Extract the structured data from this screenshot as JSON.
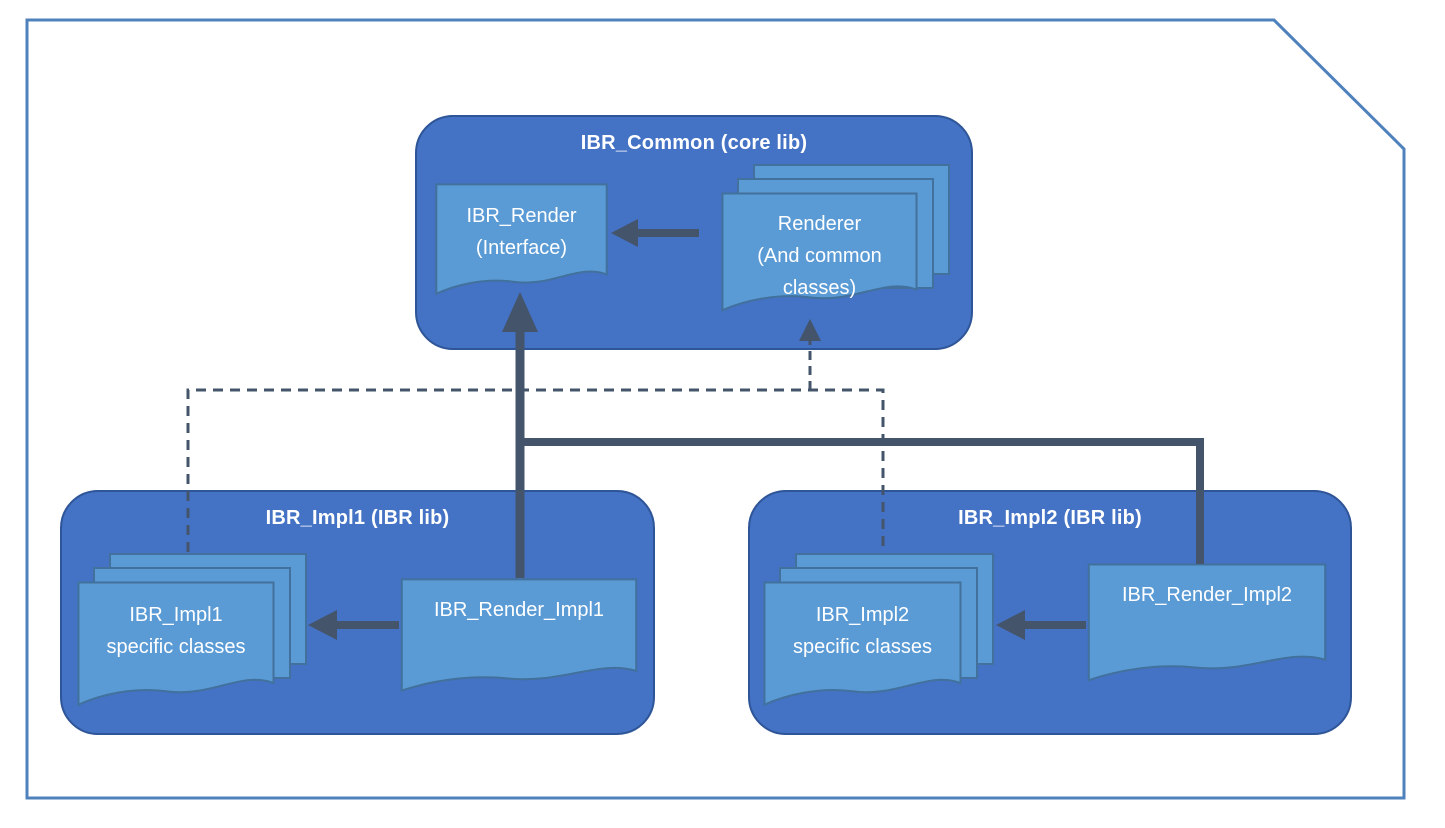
{
  "colors": {
    "page_border": "#4f81bd",
    "container_fill": "#4472c4",
    "container_border": "#2e5597",
    "document_fill": "#5b9bd5",
    "document_border": "#41719c",
    "connector": "#44546a",
    "text": "#ffffff"
  },
  "containers": [
    {
      "id": "ibr-common",
      "title": "IBR_Common (core lib)"
    },
    {
      "id": "ibr-impl1",
      "title": "IBR_Impl1 (IBR lib)"
    },
    {
      "id": "ibr-impl2",
      "title": "IBR_Impl2 (IBR lib)"
    }
  ],
  "nodes": {
    "ibr_render": {
      "line1": "IBR_Render",
      "line2": "(Interface)"
    },
    "renderer": {
      "line1": "Renderer",
      "line2": "(And common",
      "line3": "classes)"
    },
    "impl1_classes": {
      "line1": "IBR_Impl1",
      "line2": "specific classes"
    },
    "render_impl1": {
      "line1": "IBR_Render_Impl1"
    },
    "impl2_classes": {
      "line1": "IBR_Impl2",
      "line2": "specific classes"
    },
    "render_impl2": {
      "line1": "IBR_Render_Impl2"
    }
  }
}
